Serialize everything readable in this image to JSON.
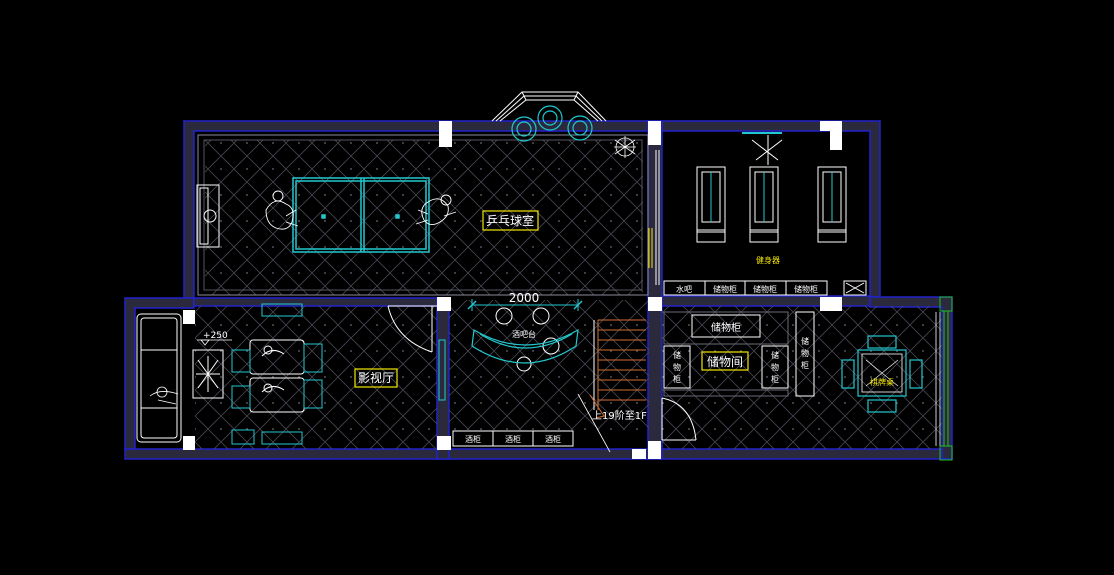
{
  "colors": {
    "background": "#000000",
    "wall_fill": "#2a2a3c",
    "wall_outline": "#2222cc",
    "furniture": "#22c8d0",
    "floor_tile": "#4a4a58",
    "label_box": "#f2e600",
    "window": "#ffffff",
    "door_arc": "#ffffff",
    "stair": "#d07030",
    "green_line": "#20c020"
  },
  "rooms": {
    "table_tennis": "乒乓球室",
    "home_theater": "影视厅",
    "storage_room": "储物间",
    "gym_equipment": "健身器",
    "mahjong_table": "棋牌桌"
  },
  "cabinets": {
    "water_bar": "水吧",
    "storage_cabinet": "储物柜",
    "storage_vertical": "储\n物\n柜",
    "wine_cabinet": "酒柜",
    "bar_counter": "酒吧台"
  },
  "annotations": {
    "dimension": "2000",
    "elevation": "+250",
    "stair_note": "上19阶至1F"
  }
}
